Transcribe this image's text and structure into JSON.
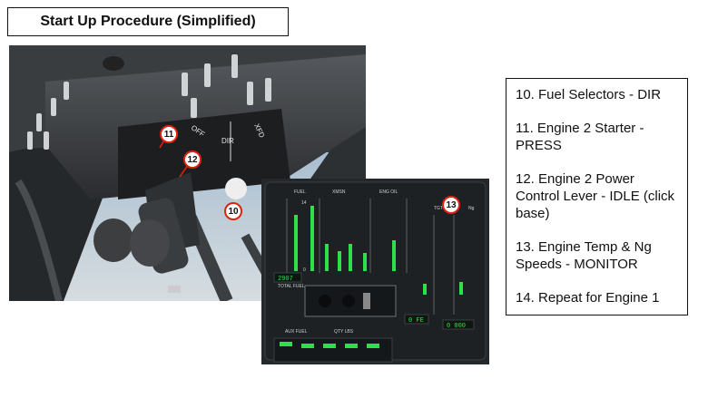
{
  "title": "Start Up Procedure (Simplified)",
  "callouts": {
    "c10": "10",
    "c11": "11",
    "c12": "12",
    "c13": "13"
  },
  "steps": [
    {
      "text": "10. Fuel Selectors - DIR"
    },
    {
      "text": "11. Engine 2 Starter - PRESS"
    },
    {
      "text": "12. Engine 2 Power Control Lever - IDLE (click base)"
    },
    {
      "text": "13. Engine Temp & Ng Speeds - MONITOR"
    },
    {
      "text": "14. Repeat for Engine 1"
    }
  ],
  "cockpit_labels": {
    "off": "OFF",
    "dir": "DIR",
    "xfd": "XFD"
  },
  "panel_labels": {
    "fuel": "FUEL",
    "xmsn": "XMSN",
    "eng_oil": "ENG OIL",
    "tgt": "TGT",
    "ng": "Ng",
    "total_fuel_value": "2907",
    "total_fuel": "TOTAL FUEL",
    "tgt_readout": "0 FE",
    "ng_readout": "0 000",
    "aux_fuel": "AUX FUEL",
    "qty_lbs": "QTY LBS",
    "scale_top": "14",
    "scale_bottom": "0"
  },
  "colors": {
    "callout_border": "#dd2211",
    "gauge_green": "#2fe04a",
    "panel_bg": "#1d2124"
  }
}
